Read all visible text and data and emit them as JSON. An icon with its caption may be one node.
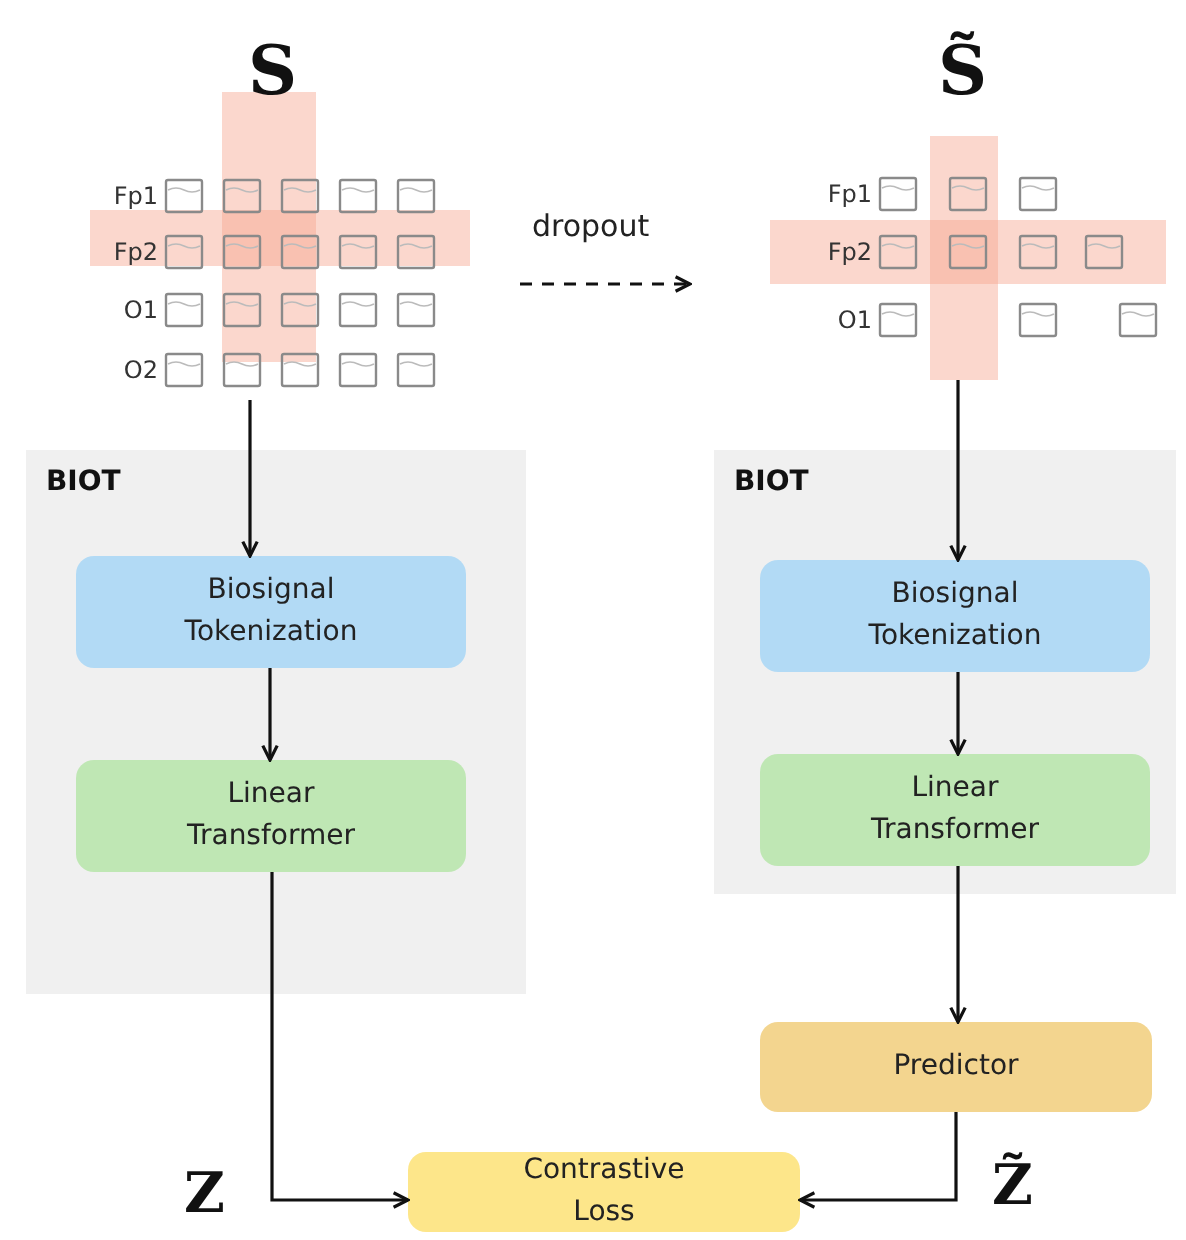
{
  "diagram": {
    "nodes": [
      {
        "text": [
          "S",
          "Fp1",
          "Fp2",
          "O1",
          "O2"
        ]
      },
      {
        "text": [
          "S̃",
          "Fp1",
          "Fp2",
          "O1"
        ]
      },
      {
        "text": [
          "BIOT"
        ]
      },
      {
        "text": [
          "Biosignal Tokenization"
        ],
        "in": 2
      },
      {
        "text": [
          "Linear Transformer"
        ],
        "in": 2
      },
      {
        "text": [
          "BIOT"
        ]
      },
      {
        "text": [
          "Biosignal Tokenization"
        ],
        "in": 5
      },
      {
        "text": [
          "Linear Transformer"
        ],
        "in": 5
      },
      {
        "text": [
          "Predictor"
        ]
      },
      {
        "text": [
          "Contrastive Loss"
        ]
      }
    ],
    "edges": [
      {
        "from": 0,
        "to": 1,
        "arrow": "to",
        "label": "dropout",
        "style": "dashed"
      },
      {
        "from": 0,
        "to": 3,
        "arrow": "to"
      },
      {
        "from": 3,
        "to": 4,
        "arrow": "to"
      },
      {
        "from": 1,
        "to": 6,
        "arrow": "to"
      },
      {
        "from": 6,
        "to": 7,
        "arrow": "to"
      },
      {
        "from": 7,
        "to": 8,
        "arrow": "to"
      },
      {
        "from": 4,
        "to": 9,
        "arrow": "to",
        "label": "Z"
      },
      {
        "from": 8,
        "to": 9,
        "arrow": "to",
        "label": "Z̃"
      }
    ]
  }
}
